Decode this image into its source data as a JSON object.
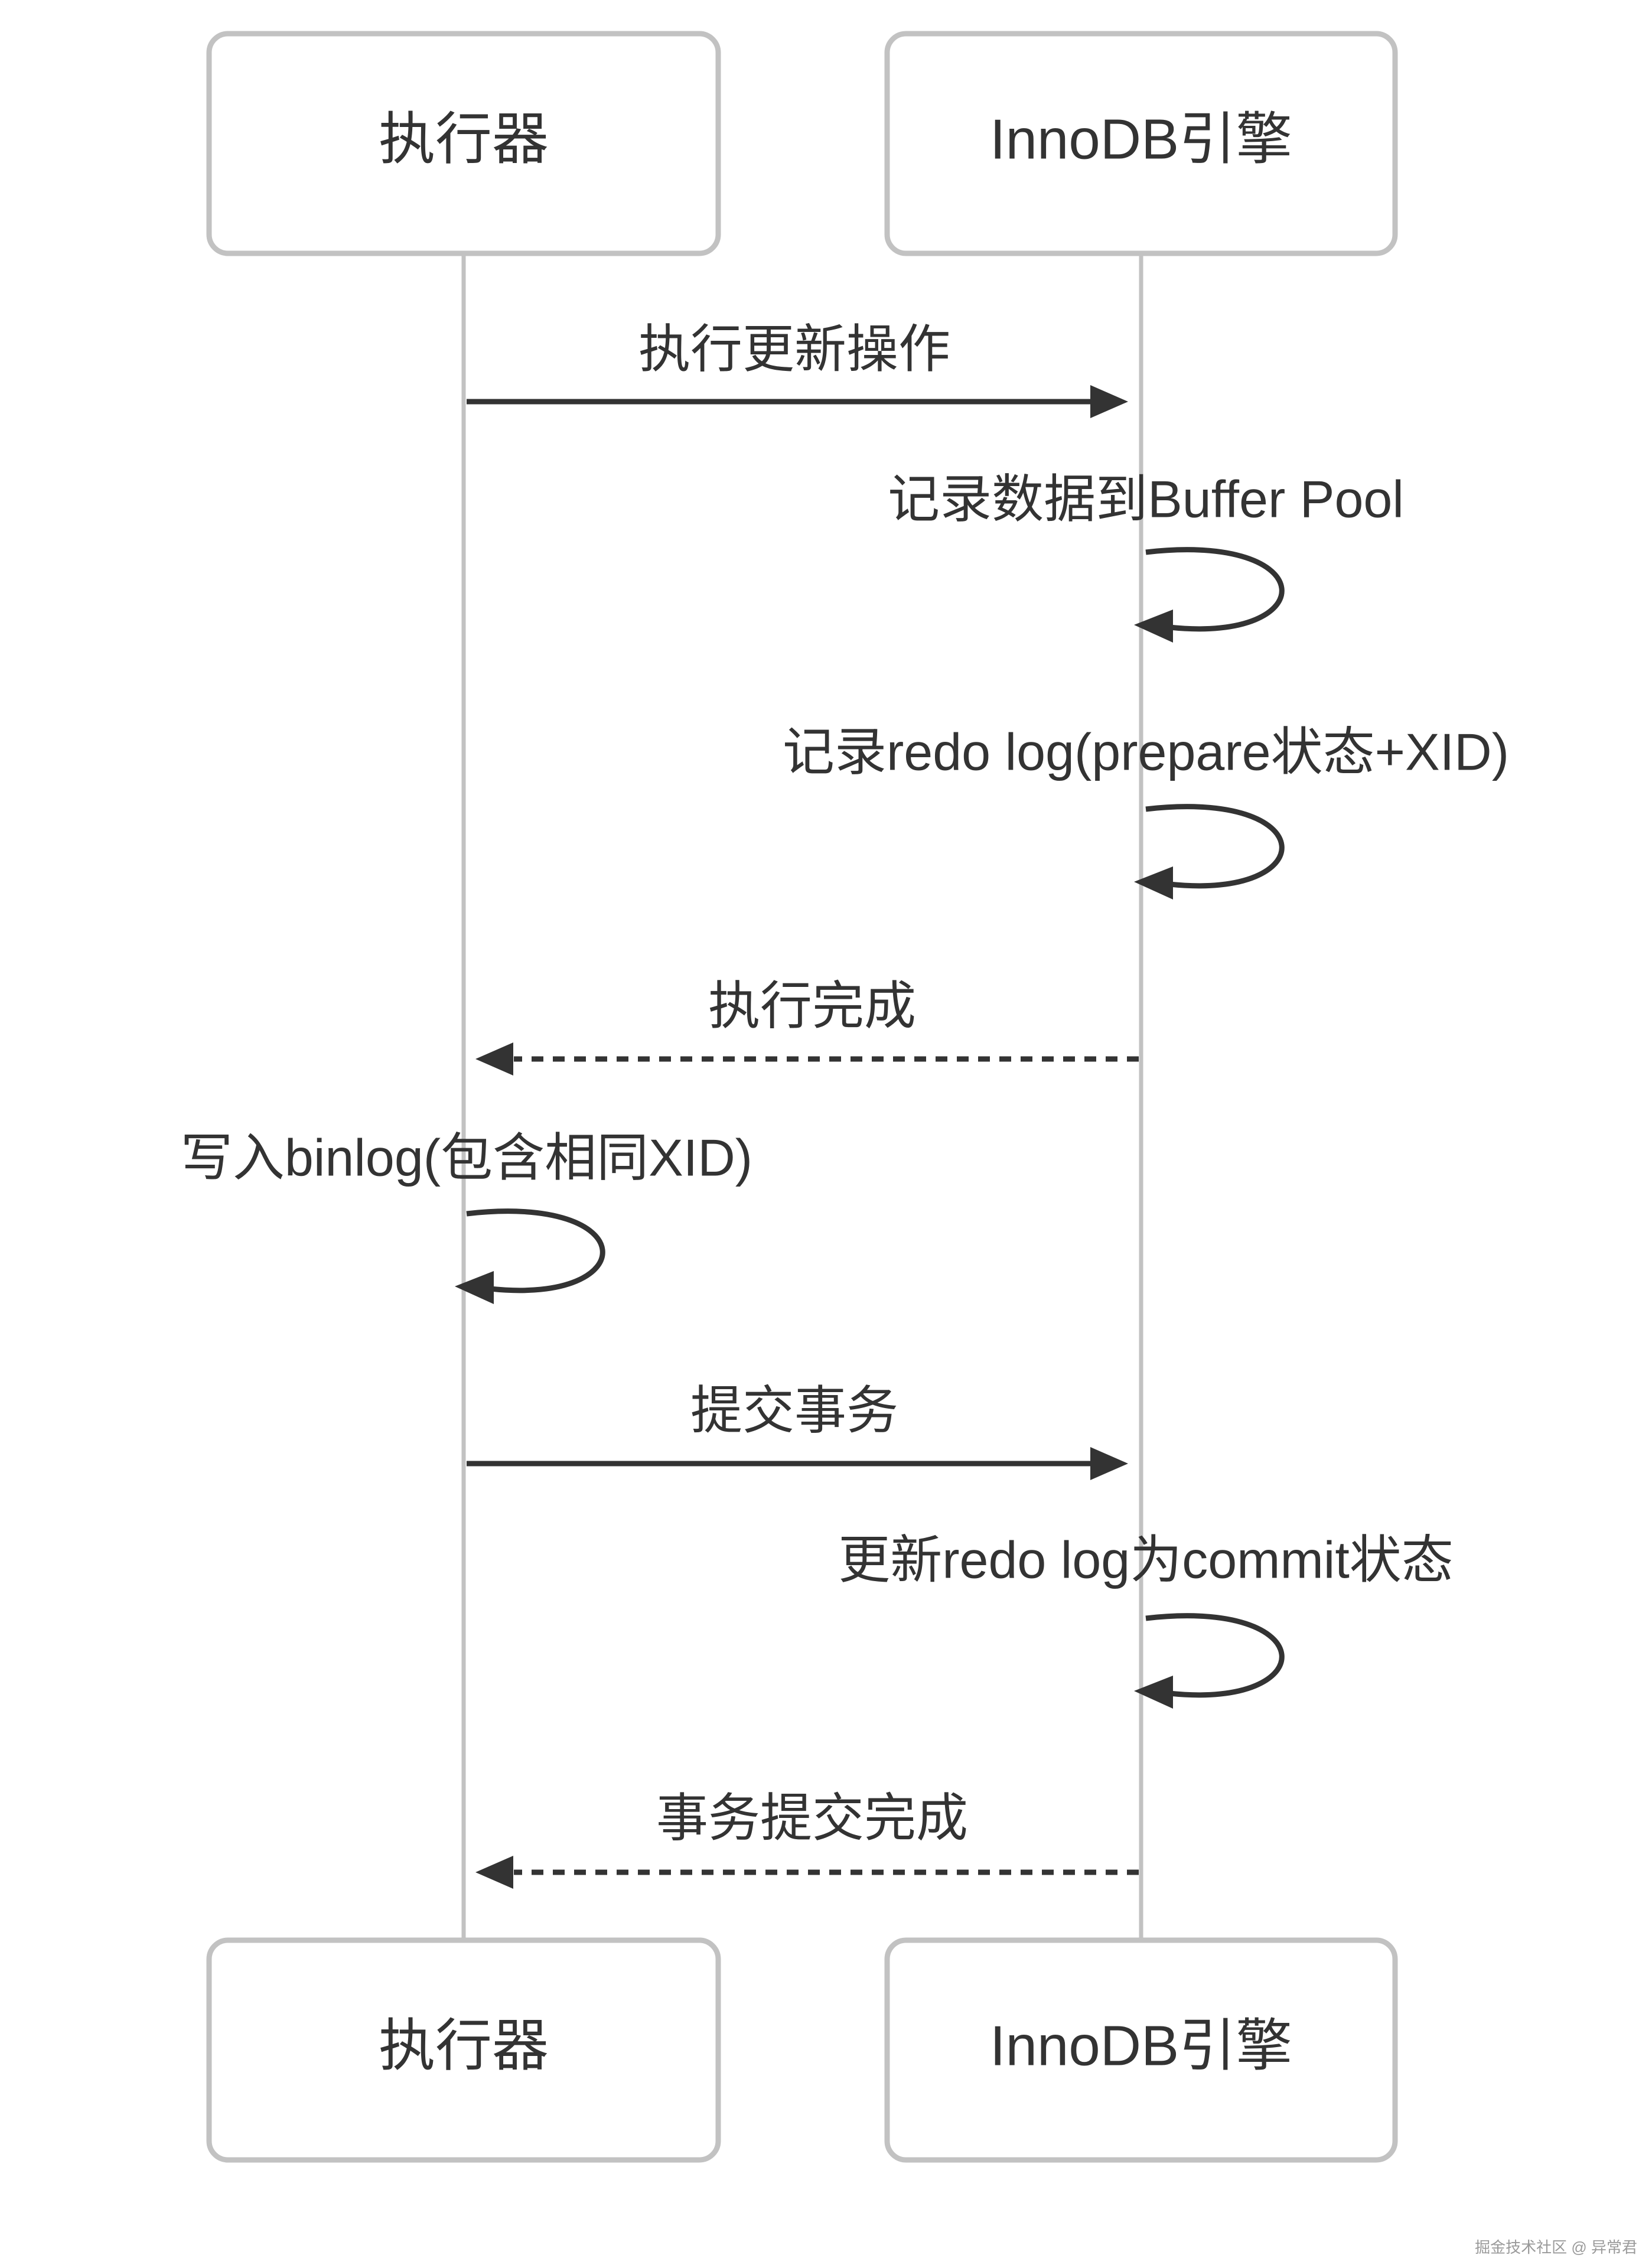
{
  "colors": {
    "line": "#333333",
    "box_border": "#c2c2c2",
    "lifeline": "#c2c2c2",
    "background": "#ffffff"
  },
  "participants": [
    {
      "id": "executor",
      "label": "执行器"
    },
    {
      "id": "innodb",
      "label": "InnoDB引擎"
    }
  ],
  "messages": [
    {
      "from": "executor",
      "to": "innodb",
      "label": "执行更新操作",
      "style": "solid"
    },
    {
      "from": "innodb",
      "to": "innodb",
      "label": "记录数据到Buffer Pool",
      "style": "self"
    },
    {
      "from": "innodb",
      "to": "innodb",
      "label": "记录redo log(prepare状态+XID)",
      "style": "self"
    },
    {
      "from": "innodb",
      "to": "executor",
      "label": "执行完成",
      "style": "dashed"
    },
    {
      "from": "executor",
      "to": "executor",
      "label": "写入binlog(包含相同XID)",
      "style": "self"
    },
    {
      "from": "executor",
      "to": "innodb",
      "label": "提交事务",
      "style": "solid"
    },
    {
      "from": "innodb",
      "to": "innodb",
      "label": "更新redo log为commit状态",
      "style": "self"
    },
    {
      "from": "innodb",
      "to": "executor",
      "label": "事务提交完成",
      "style": "dashed"
    }
  ],
  "watermark": "掘金技术社区 @ 异常君"
}
